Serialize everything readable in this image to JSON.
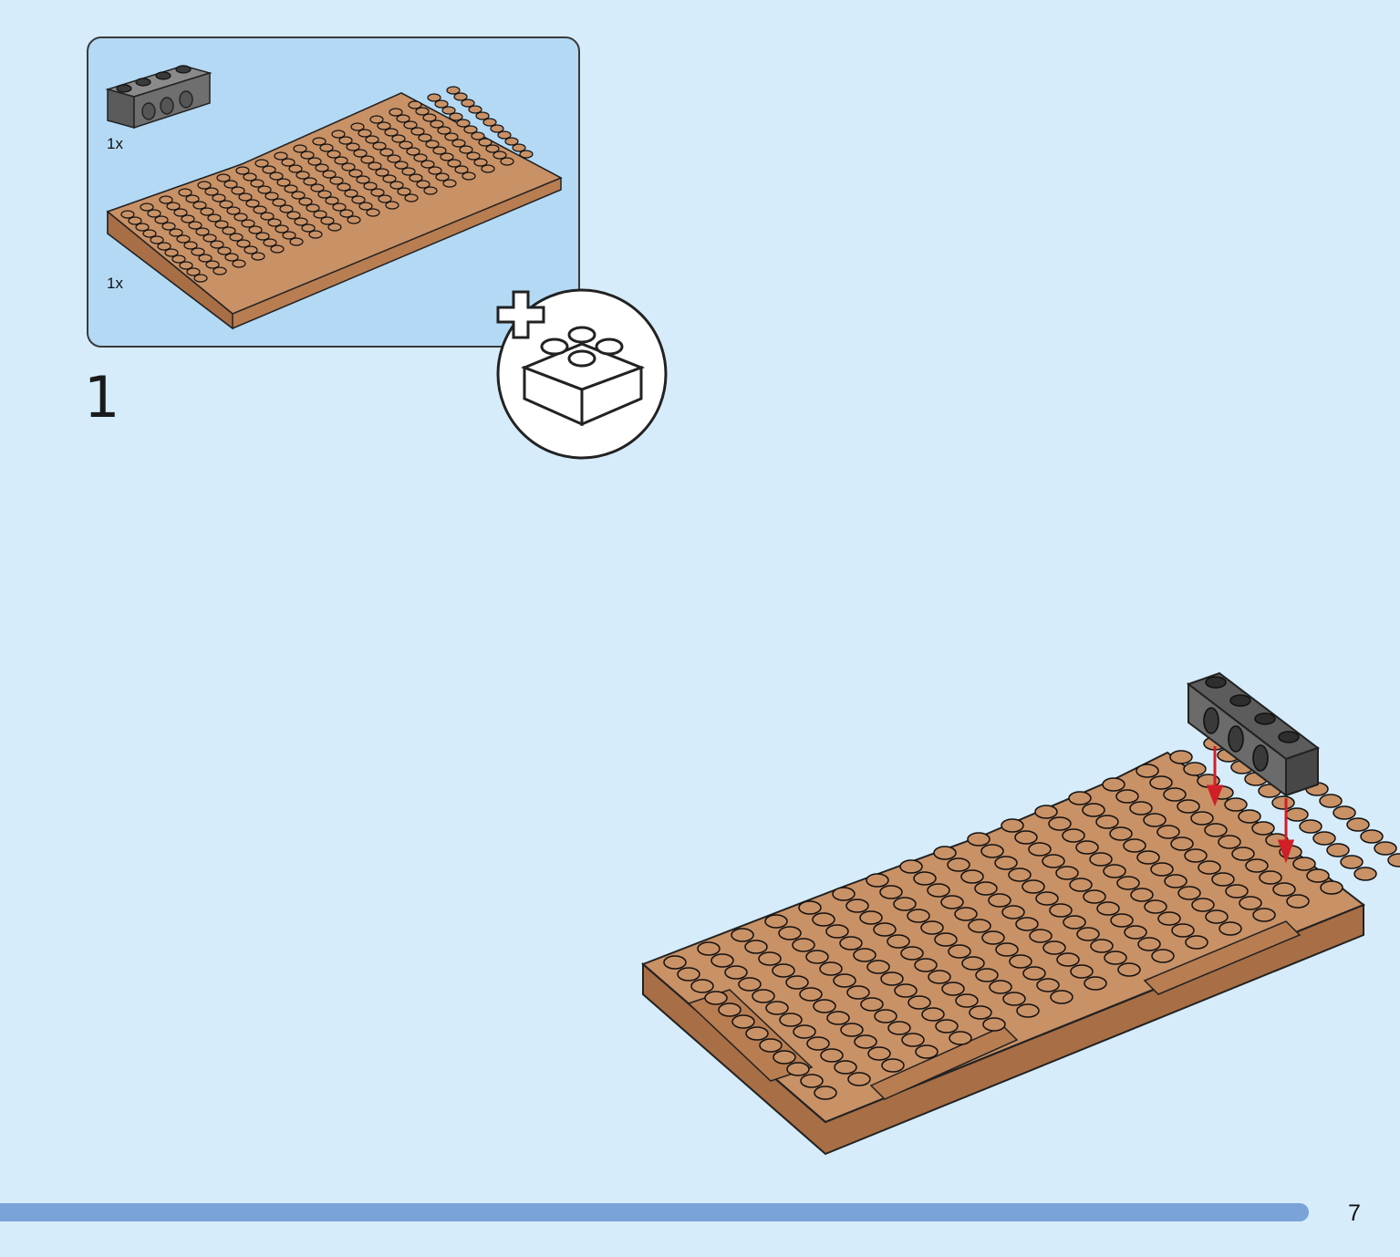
{
  "parts_list": {
    "items": [
      {
        "part": "technic-brick-1x4-with-holes",
        "color": "#6f6f6f",
        "quantity": "1x"
      },
      {
        "part": "brown-baseplate",
        "color": "#c2875a",
        "quantity": "1x"
      }
    ]
  },
  "step": {
    "number": "1"
  },
  "icons": {
    "add_bricks": "plus-brick-icon",
    "arrows": "red-down-arrow"
  },
  "colors": {
    "background": "#d6ecfb",
    "panel": "#b3d9f5",
    "plate": "#c2875a",
    "brick_dark": "#3d3d3d",
    "arrow": "#d01f26",
    "bar": "#7aa3d9"
  },
  "page": {
    "number": "7"
  }
}
